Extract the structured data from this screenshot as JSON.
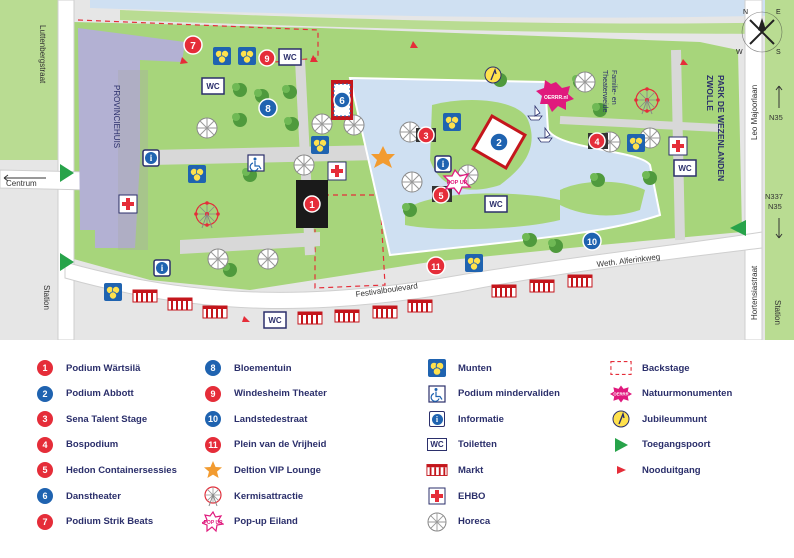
{
  "map": {
    "streets": {
      "luttenbergstraat": "Luttenbergstraat",
      "provinciehuis": "PROVINCIEHUIS",
      "centrum": "Centrum",
      "station_left": "Station",
      "festivalboulevard": "Festivalboulevard",
      "weth_alferinkweg": "Weth. Alferinkweg",
      "park_line1": "PARK DE WEZENLANDEN",
      "park_line2": "ZWOLLE",
      "leo_majoorlaan": "Leo Majoorlaan",
      "hortensiastraat": "Hortensiastraat",
      "station_right": "Station",
      "n35_top": "N35",
      "n337": "N337",
      "n35_bottom": "N35",
      "familie_line1": "Familie- en",
      "familie_line2": "Theaterweide"
    },
    "markers": {
      "p1": "1",
      "p2": "2",
      "p3": "3",
      "p4": "4",
      "p5": "5",
      "p6": "6",
      "p7": "7",
      "p8": "8",
      "p9": "9",
      "p10": "10",
      "p11": "11"
    },
    "wc": "WC",
    "info": "i",
    "ehbo": "+",
    "popup": "POP UP",
    "oerrr": "OERRR.nl",
    "compass": {
      "n": "N",
      "e": "E",
      "s": "S",
      "w": "W"
    }
  },
  "legend": {
    "items": [
      {
        "symbol": "1",
        "color": "#e52d39",
        "label": "Podium Wärtsilä"
      },
      {
        "symbol": "2",
        "color": "#1f63b0",
        "label": "Podium Abbott"
      },
      {
        "symbol": "3",
        "color": "#e52d39",
        "label": "Sena Talent Stage"
      },
      {
        "symbol": "4",
        "color": "#e52d39",
        "label": "Bospodium"
      },
      {
        "symbol": "5",
        "color": "#e52d39",
        "label": "Hedon Containersessies"
      },
      {
        "symbol": "6",
        "color": "#1f63b0",
        "label": "Danstheater"
      },
      {
        "symbol": "7",
        "color": "#e52d39",
        "label": "Podium Strik Beats"
      },
      {
        "symbol": "8",
        "color": "#1f63b0",
        "label": "Bloementuin"
      },
      {
        "symbol": "9",
        "color": "#e52d39",
        "label": "Windesheim Theater"
      },
      {
        "symbol": "10",
        "color": "#1f63b0",
        "label": "Landstedestraat"
      },
      {
        "symbol": "11",
        "color": "#e52d39",
        "label": "Plein van de Vrijheid"
      },
      {
        "symbol": "star-icon",
        "label": "Deltion VIP Lounge"
      },
      {
        "symbol": "ferris-wheel-icon",
        "label": "Kermisattractie"
      },
      {
        "symbol": "popup-island-icon",
        "label": "Pop-up Eiland"
      },
      {
        "symbol": "coins-icon",
        "label": "Munten"
      },
      {
        "symbol": "wheelchair-icon",
        "label": "Podium mindervaliden"
      },
      {
        "symbol": "info-icon",
        "label": "Informatie"
      },
      {
        "symbol": "wc-icon",
        "label": "Toiletten"
      },
      {
        "symbol": "market-icon",
        "label": "Markt"
      },
      {
        "symbol": "first-aid-icon",
        "label": "EHBO"
      },
      {
        "symbol": "umbrella-icon",
        "label": "Horeca"
      },
      {
        "symbol": "dashed-rect-icon",
        "label": "Backstage"
      },
      {
        "symbol": "oerrr-icon",
        "label": "Natuurmonumenten"
      },
      {
        "symbol": "jubilee-icon",
        "label": "Jubileummunt"
      },
      {
        "symbol": "green-triangle-icon",
        "label": "Toegangspoort"
      },
      {
        "symbol": "red-triangle-icon",
        "label": "Nooduitgang"
      }
    ]
  },
  "colors": {
    "grass": "#a7d57b",
    "path": "#c9c9c9",
    "water": "#cfe0f2",
    "building": "#b3b1d3",
    "red": "#e52d39",
    "blue": "#1f63b0",
    "green": "#27a34a",
    "text": "#2b2f6b"
  }
}
